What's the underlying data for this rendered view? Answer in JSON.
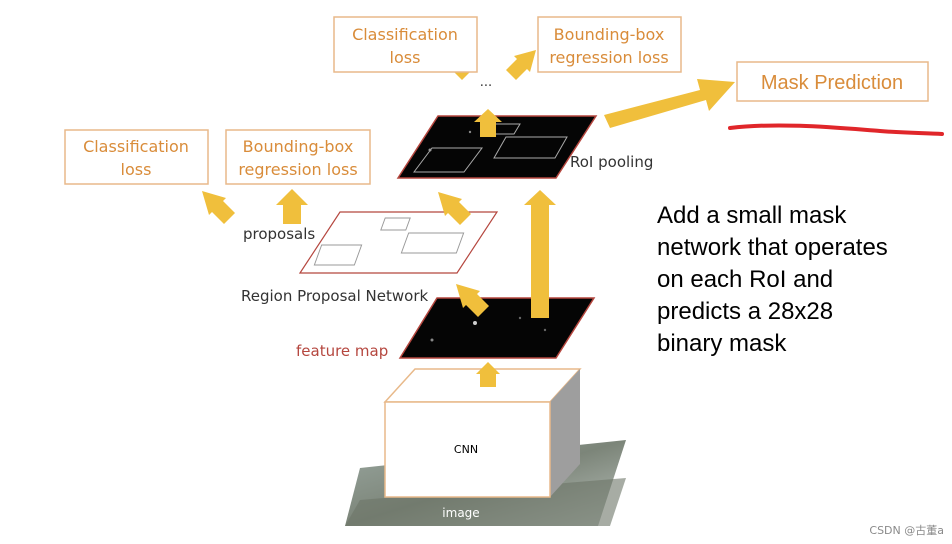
{
  "top_heads": {
    "classification_label_line1": "Classification",
    "classification_label_line2": "loss",
    "bbox_label_line1": "Bounding-box",
    "bbox_label_line2": "regression loss",
    "ellipsis": "..."
  },
  "rpn_heads": {
    "classification_label_line1": "Classification",
    "classification_label_line2": "loss",
    "bbox_label_line1": "Bounding-box",
    "bbox_label_line2": "regression loss"
  },
  "mask_prediction": {
    "label": "Mask Prediction"
  },
  "layers": {
    "roi_pooling": "RoI pooling",
    "proposals": "proposals",
    "rpn": "Region Proposal Network",
    "feature_map": "feature map",
    "cnn": "CNN",
    "image": "image"
  },
  "description": {
    "lines": [
      "Add a small mask",
      "network that operates",
      "on each RoI and",
      "predicts a 28x28",
      "binary mask"
    ]
  },
  "watermark": "CSDN @古董a",
  "colors": {
    "arrow": "#f0bf3c",
    "box_border": "#e8b98a",
    "label": "#d98c3a",
    "feature_border": "#b5473f",
    "underline": "#e0262a"
  }
}
